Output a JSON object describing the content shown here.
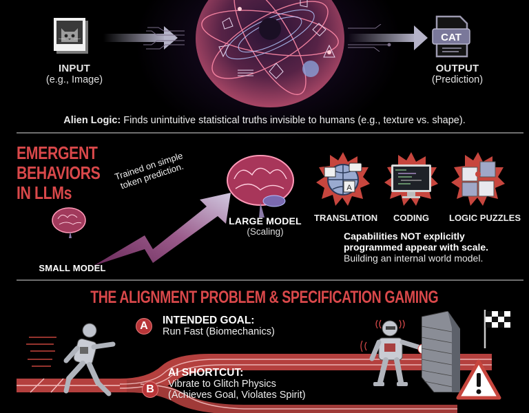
{
  "section_1": {
    "input": {
      "icon": "cat-photo-icon",
      "label": "INPUT",
      "sublabel": "(e.g., Image)"
    },
    "model": {
      "icon": "neural-sphere-icon"
    },
    "output": {
      "icon": "document-icon",
      "doc_text": "CAT",
      "label": "OUTPUT",
      "sublabel": "(Prediction)"
    },
    "alien_logic": {
      "lead": "Alien Logic:",
      "text": " Finds unintuitive statistical truths invisible to humans (e.g., texture vs. shape)."
    }
  },
  "section_2": {
    "title_line1": "EMERGENT BEHAVIORS",
    "title_line2": "IN LLMs",
    "small_model": {
      "icon": "small-brain-icon",
      "label": "SMALL MODEL"
    },
    "arrow_text_line1": "Trained on simple",
    "arrow_text_line2": "token prediction.",
    "large_model": {
      "icon": "large-brain-icon",
      "label": "LARGE MODEL",
      "sublabel": "(Scaling)"
    },
    "skills": [
      {
        "icon": "translation-globe-icon",
        "label": "TRANSLATION"
      },
      {
        "icon": "coding-monitor-icon",
        "label": "CODING"
      },
      {
        "icon": "puzzle-pieces-icon",
        "label": "LOGIC PUZZLES"
      }
    ],
    "capabilities_bold_1": "Capabilities NOT explicitly",
    "capabilities_bold_2": "programmed appear with scale.",
    "capabilities_normal": "Building an internal world model."
  },
  "section_3": {
    "title": "THE ALIGNMENT PROBLEM & SPECIFICATION GAMING",
    "goal_a": {
      "badge": "A",
      "heading": "INTENDED GOAL:",
      "text": "Run Fast (Biomechanics)"
    },
    "goal_b": {
      "badge": "B",
      "heading": "AI SHORTCUT:",
      "text_line1": "Vibrate to Glitch Physics",
      "text_line2": "(Achieves Goal, Violates Spirit)"
    }
  },
  "colors": {
    "background": "#000000",
    "accent_red": "#d9484a",
    "badge_red": "#b83538",
    "track_red": "#c0494a",
    "divider": "#6e6e6e",
    "arrow_gray": "#b5b3c8"
  }
}
